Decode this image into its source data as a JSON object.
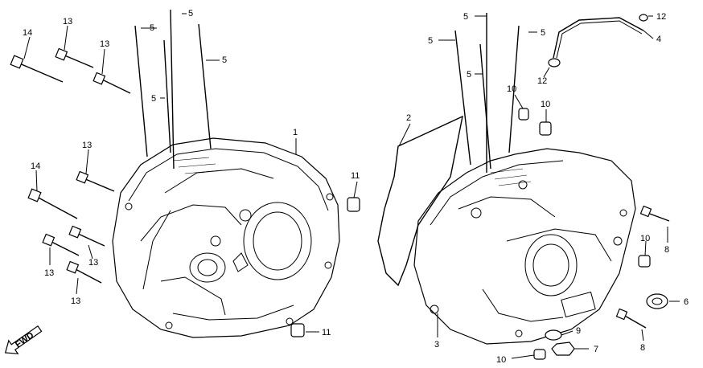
{
  "labels": {
    "l1": "1",
    "l2": "2",
    "l3": "3",
    "l4": "4",
    "l5a": "5",
    "l5b": "5",
    "l5c": "5",
    "l5d": "5",
    "l5e": "5",
    "l5f": "5",
    "l5g": "5",
    "l5h": "5",
    "l6": "6",
    "l7": "7",
    "l8a": "8",
    "l8b": "8",
    "l9": "9",
    "l10a": "10",
    "l10b": "10",
    "l10c": "10",
    "l10d": "10",
    "l11a": "11",
    "l11b": "11",
    "l12a": "12",
    "l12b": "12",
    "l13a": "13",
    "l13b": "13",
    "l13c": "13",
    "l13d": "13",
    "l13e": "13",
    "l13f": "13",
    "l14a": "14",
    "l14b": "14"
  },
  "direction": {
    "text": "FWD"
  }
}
